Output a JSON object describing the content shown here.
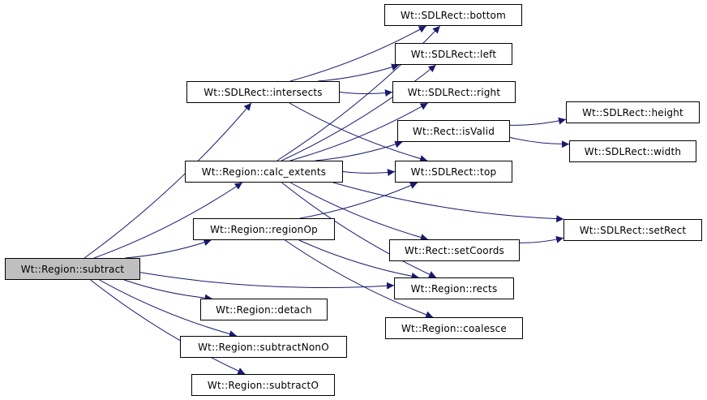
{
  "colors": {
    "edge": "#191970",
    "root_fill": "#bfbfbf",
    "node_fill": "#ffffff",
    "node_border": "#000000"
  },
  "nodes": {
    "subtract": "Wt::Region::subtract",
    "intersects": "Wt::SDLRect::intersects",
    "calc_extents": "Wt::Region::calc_extents",
    "regionOp": "Wt::Region::regionOp",
    "detach": "Wt::Region::detach",
    "subtractNonO": "Wt::Region::subtractNonO",
    "subtractO": "Wt::Region::subtractO",
    "bottom": "Wt::SDLRect::bottom",
    "left": "Wt::SDLRect::left",
    "right": "Wt::SDLRect::right",
    "isValid": "Wt::Rect::isValid",
    "top": "Wt::SDLRect::top",
    "setCoords": "Wt::Rect::setCoords",
    "rects": "Wt::Region::rects",
    "coalesce": "Wt::Region::coalesce",
    "height": "Wt::SDLRect::height",
    "width": "Wt::SDLRect::width",
    "setRect": "Wt::SDLRect::setRect"
  },
  "edges": [
    [
      "subtract",
      "intersects"
    ],
    [
      "subtract",
      "calc_extents"
    ],
    [
      "subtract",
      "regionOp"
    ],
    [
      "subtract",
      "rects"
    ],
    [
      "subtract",
      "detach"
    ],
    [
      "subtract",
      "subtractNonO"
    ],
    [
      "subtract",
      "subtractO"
    ],
    [
      "intersects",
      "bottom"
    ],
    [
      "intersects",
      "left"
    ],
    [
      "intersects",
      "right"
    ],
    [
      "intersects",
      "top"
    ],
    [
      "calc_extents",
      "bottom"
    ],
    [
      "calc_extents",
      "left"
    ],
    [
      "calc_extents",
      "right"
    ],
    [
      "calc_extents",
      "isValid"
    ],
    [
      "calc_extents",
      "top"
    ],
    [
      "calc_extents",
      "setCoords"
    ],
    [
      "calc_extents",
      "rects"
    ],
    [
      "calc_extents",
      "setRect"
    ],
    [
      "regionOp",
      "top"
    ],
    [
      "regionOp",
      "rects"
    ],
    [
      "regionOp",
      "coalesce"
    ],
    [
      "isValid",
      "height"
    ],
    [
      "isValid",
      "width"
    ],
    [
      "setCoords",
      "setRect"
    ]
  ]
}
